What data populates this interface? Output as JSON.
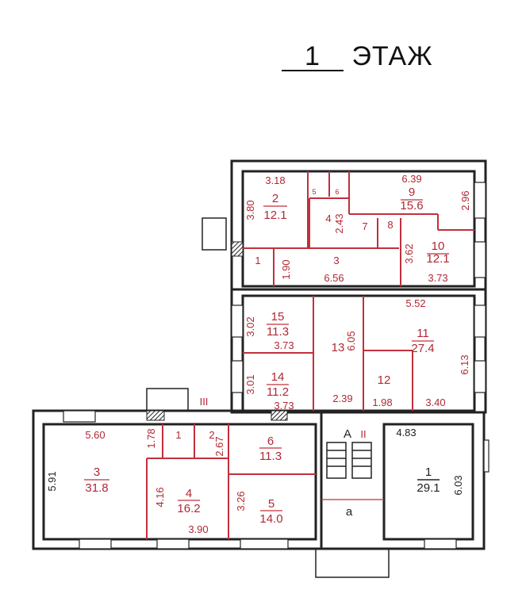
{
  "title": {
    "floor_number": "1",
    "floor_word": "ЭТАЖ"
  },
  "top_block": {
    "room2": {
      "num": "2",
      "area": "12.1",
      "width": "3.18",
      "height": "3.80"
    },
    "room4": {
      "num": "4",
      "dim": "2.43"
    },
    "room5": {
      "num": "5"
    },
    "room6": {
      "num": "6"
    },
    "room7": {
      "num": "7"
    },
    "room8": {
      "num": "8"
    },
    "room9": {
      "num": "9",
      "area": "15.6",
      "width": "6.39",
      "height": "2.96"
    },
    "room10": {
      "num": "10",
      "area": "12.1",
      "height": "3.62",
      "width": "3.73"
    },
    "room1": {
      "num": "1",
      "dim": "1.90"
    },
    "room3": {
      "num": "3",
      "width": "6.56"
    }
  },
  "middle_block": {
    "room15": {
      "num": "15",
      "area": "11.3",
      "height": "3.02",
      "width": "3.73"
    },
    "room14": {
      "num": "14",
      "area": "11.2",
      "height": "3.01",
      "width": "3.73"
    },
    "room13": {
      "num": "13",
      "height": "6.05",
      "width": "2.39"
    },
    "room11": {
      "num": "11",
      "area": "27.4",
      "width": "5.52",
      "height": "6.13",
      "width2": "3.40"
    },
    "room12": {
      "num": "12",
      "width": "1.98"
    }
  },
  "bottom_left": {
    "room3": {
      "num": "3",
      "area": "31.8",
      "width": "5.60",
      "height": "5.91"
    },
    "room1": {
      "num": "1",
      "dim": "1.78"
    },
    "room2": {
      "num": "2"
    },
    "room6": {
      "num": "6",
      "area": "11.3",
      "dim": "2.67"
    },
    "room4": {
      "num": "4",
      "area": "16.2",
      "height": "4.16",
      "width": "3.90"
    },
    "room5": {
      "num": "5",
      "area": "14.0",
      "dim": "3.26"
    },
    "entrance": "III"
  },
  "stairs": {
    "label_A": "A",
    "label_II": "II",
    "label_a": "а"
  },
  "bottom_right": {
    "room1": {
      "num": "1",
      "area": "29.1",
      "width": "4.83",
      "height": "6.03"
    }
  }
}
